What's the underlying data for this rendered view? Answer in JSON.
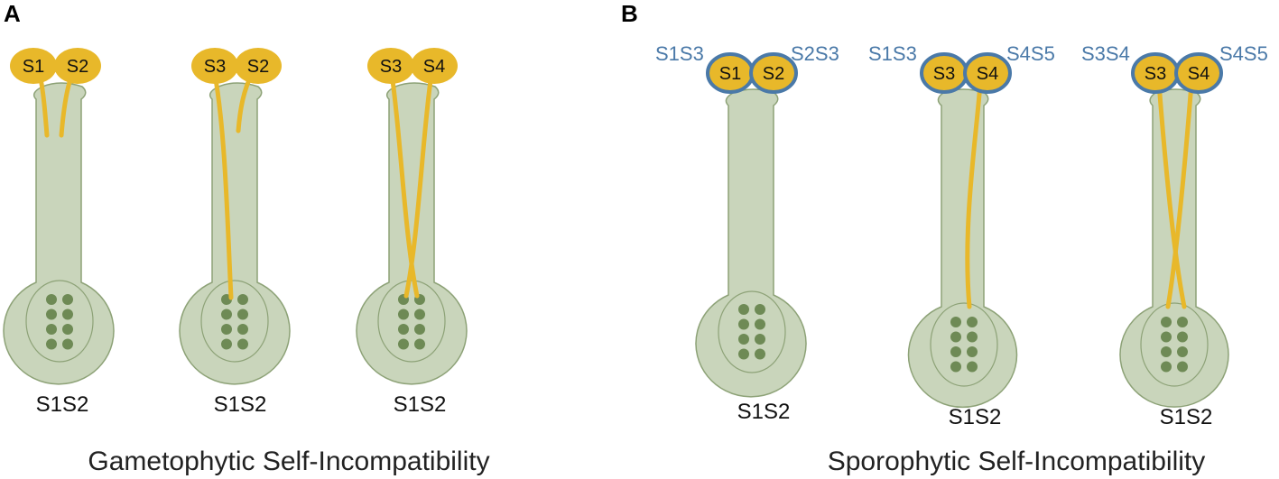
{
  "panels": [
    {
      "letter": "A",
      "caption": "Gametophytic Self-Incompatibility",
      "pistils": [
        {
          "genotype": "S1S2",
          "pollen": [
            "S1",
            "S2"
          ],
          "tube_depth": [
            "short",
            "short"
          ]
        },
        {
          "genotype": "S1S2",
          "pollen": [
            "S3",
            "S2"
          ],
          "tube_depth": [
            "ovary",
            "short"
          ]
        },
        {
          "genotype": "S1S2",
          "pollen": [
            "S3",
            "S4"
          ],
          "tube_depth": [
            "ovary",
            "ovary"
          ]
        }
      ]
    },
    {
      "letter": "B",
      "caption": "Sporophytic Self-Incompatibility",
      "pistils": [
        {
          "genotype": "S1S2",
          "pollen": [
            "S1",
            "S2"
          ],
          "parent_labels": [
            "S1S3",
            "S2S3"
          ],
          "tube_depth": [
            "none",
            "none"
          ]
        },
        {
          "genotype": "S1S2",
          "pollen": [
            "S3",
            "S4"
          ],
          "parent_labels": [
            "S1S3",
            "S4S5"
          ],
          "tube_depth": [
            "none",
            "ovary"
          ]
        },
        {
          "genotype": "S1S2",
          "pollen": [
            "S3",
            "S4"
          ],
          "parent_labels": [
            "S3S4",
            "S4S5"
          ],
          "tube_depth": [
            "ovary",
            "ovary"
          ]
        }
      ]
    }
  ],
  "colors": {
    "pistil_fill": "#c9d5bb",
    "pistil_stroke": "#8da277",
    "ovule": "#6e8a55",
    "pollen": "#e8b82a",
    "tube": "#e8b82a",
    "pollen_coat": "#4a79a8"
  }
}
